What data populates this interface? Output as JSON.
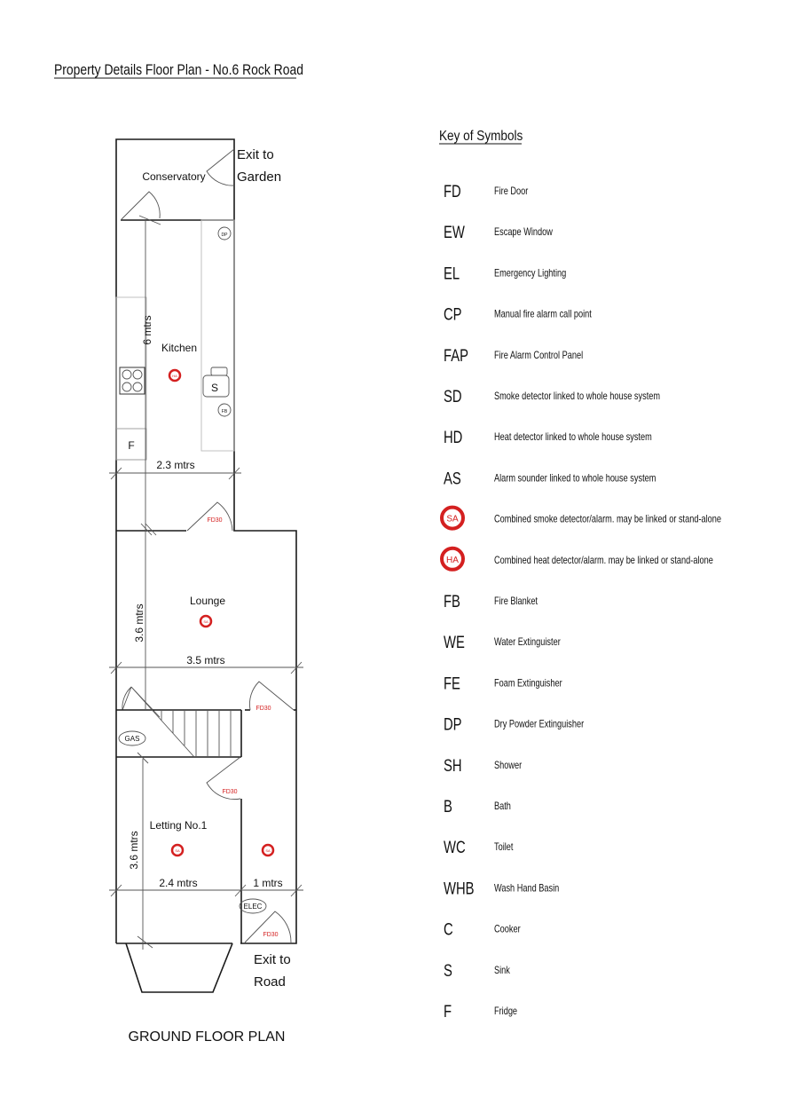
{
  "title": "Property Details Floor Plan - No.6 Rock Road",
  "plan_label": "GROUND FLOOR PLAN",
  "rooms": {
    "conservatory": "Conservatory",
    "kitchen": "Kitchen",
    "lounge": "Lounge",
    "letting": "Letting No.1"
  },
  "exits": {
    "garden_1": "Exit to",
    "garden_2": "Garden",
    "road_1": "Exit to",
    "road_2": "Road"
  },
  "dimensions": {
    "kitchen_length": "6 mtrs",
    "kitchen_width": "2.3 mtrs",
    "lounge_length": "3.6 mtrs",
    "lounge_width": "3.5 mtrs",
    "letting_length": "3.6 mtrs",
    "letting_width": "2.4 mtrs",
    "hall_width": "1 mtrs"
  },
  "fixtures": {
    "fire_door_1": "FD30",
    "fire_door_2": "FD30",
    "fire_door_3": "FD30",
    "fire_door_4": "FD30",
    "gas": "GAS",
    "elec": "ELEC",
    "dp": "DP",
    "fb": "FB",
    "sink": "S",
    "fridge": "F",
    "sa": "SA",
    "ha": "HA"
  },
  "key": {
    "heading": "Key of Symbols",
    "items": [
      {
        "code": "FD",
        "label": "Fire Door"
      },
      {
        "code": "EW",
        "label": "Escape Window"
      },
      {
        "code": "EL",
        "label": "Emergency Lighting"
      },
      {
        "code": "CP",
        "label": "Manual fire alarm call point"
      },
      {
        "code": "FAP",
        "label": "Fire Alarm Control Panel"
      },
      {
        "code": "SD",
        "label": "Smoke detector linked to whole house system"
      },
      {
        "code": "HD",
        "label": "Heat detector linked to whole house system"
      },
      {
        "code": "AS",
        "label": "Alarm sounder linked to whole house system"
      },
      {
        "code": "SA",
        "label": "Combined smoke detector/alarm. may be linked or stand-alone",
        "icon": true
      },
      {
        "code": "HA",
        "label": "Combined heat detector/alarm. may be linked or stand-alone",
        "icon": true
      },
      {
        "code": "FB",
        "label": "Fire Blanket"
      },
      {
        "code": "WE",
        "label": "Water Extinguister"
      },
      {
        "code": "FE",
        "label": "Foam Extinguisher"
      },
      {
        "code": "DP",
        "label": "Dry Powder Extinguisher"
      },
      {
        "code": "SH",
        "label": "Shower"
      },
      {
        "code": "B",
        "label": "Bath"
      },
      {
        "code": "WC",
        "label": "Toilet"
      },
      {
        "code": "WHB",
        "label": "Wash Hand Basin"
      },
      {
        "code": "C",
        "label": "Cooker"
      },
      {
        "code": "S",
        "label": "Sink"
      },
      {
        "code": "F",
        "label": "Fridge"
      }
    ]
  },
  "colors": {
    "alarm_red": "#d42020",
    "line": "#1a1a1a"
  }
}
